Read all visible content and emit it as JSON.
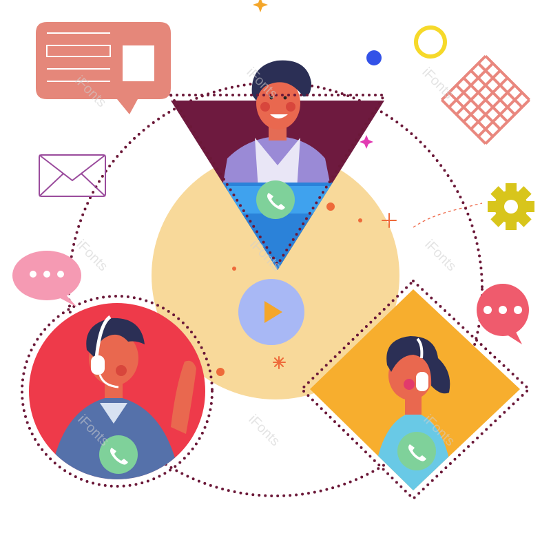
{
  "watermark_text": "iFonts",
  "colors": {
    "background": "#ffffff",
    "center_disc": "#f8d99a",
    "dotted_ring": "#6b1838",
    "triangle_fill": "#6e1a3f",
    "diamond_fill": "#f7ae2e",
    "circle_fill": "#ee3a4a",
    "play_button": "#a8b8f5",
    "play_icon": "#f4a62a",
    "phone_badge": "#7fd19a",
    "chat_box": "#e5877a",
    "pink_bubble": "#f59ab3",
    "red_bubble": "#ef5b6d",
    "gear": "#d8c51b",
    "ring_yellow": "#f6d92a",
    "dot_blue": "#3352e8",
    "lattice": "#e9877e",
    "envelope": "#9a4b9c"
  },
  "icons": [
    "chat-window-icon",
    "envelope-icon",
    "speech-bubble-icon",
    "gear-icon",
    "play-icon",
    "phone-icon",
    "ring-icon",
    "lattice-icon",
    "sparkle-icon"
  ],
  "people": [
    "man-in-triangle-frame",
    "man-with-headset-in-circle-frame",
    "woman-with-headset-in-diamond-frame"
  ]
}
